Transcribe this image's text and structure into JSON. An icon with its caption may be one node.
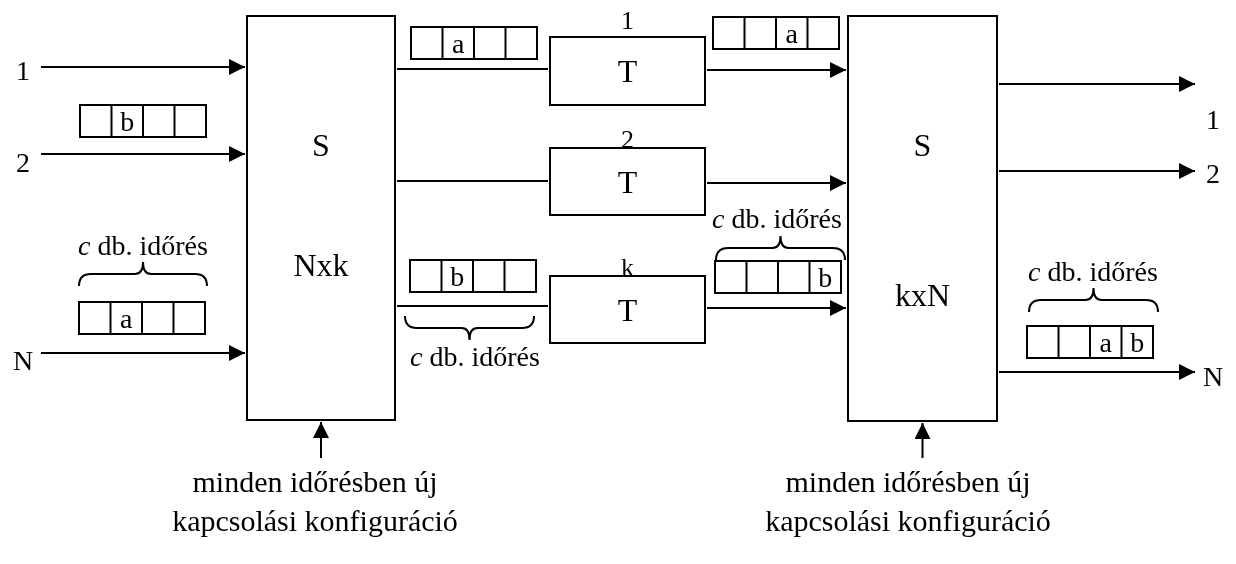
{
  "diagram": {
    "nodes": [
      {
        "text": [
          "S",
          "Nxk"
        ]
      },
      {
        "text": [
          "T"
        ],
        "beside": [
          "1"
        ]
      },
      {
        "text": [
          "T"
        ],
        "beside": [
          "2"
        ]
      },
      {
        "text": [
          "T"
        ],
        "beside": [
          "k"
        ]
      },
      {
        "text": [
          "S",
          "kxN"
        ]
      },
      {
        "text": [
          "1"
        ]
      },
      {
        "text": [
          "2"
        ]
      },
      {
        "text": [
          "N"
        ]
      },
      {
        "text": [
          "1"
        ]
      },
      {
        "text": [
          "2"
        ]
      },
      {
        "text": [
          "N"
        ]
      },
      {
        "text": [
          "minden időrésben új kapcsolási konfiguráció"
        ]
      },
      {
        "text": [
          "minden időrésben új kapcsolási konfiguráció"
        ]
      }
    ],
    "edges": [
      {
        "from": 5,
        "to": 0,
        "arrow": "to"
      },
      {
        "from": 6,
        "to": 0,
        "arrow": "to"
      },
      {
        "from": 7,
        "to": 0,
        "arrow": "to"
      },
      {
        "from": 0,
        "to": 1,
        "arrow": "none"
      },
      {
        "from": 0,
        "to": 2,
        "arrow": "none"
      },
      {
        "from": 0,
        "to": 3,
        "arrow": "none"
      },
      {
        "from": 1,
        "to": 4,
        "arrow": "to"
      },
      {
        "from": 2,
        "to": 4,
        "arrow": "to"
      },
      {
        "from": 3,
        "to": 4,
        "arrow": "to"
      },
      {
        "from": 4,
        "to": 8,
        "arrow": "to"
      },
      {
        "from": 4,
        "to": 9,
        "arrow": "to"
      },
      {
        "from": 4,
        "to": 10,
        "arrow": "to"
      },
      {
        "from": 11,
        "to": 0,
        "arrow": "to"
      },
      {
        "from": 12,
        "to": 4,
        "arrow": "to"
      }
    ],
    "labels": [
      "a",
      "a",
      "b",
      "*c* db. időrés",
      "*c* db. időrés",
      "b",
      "b",
      "*c* db. időrés",
      "a",
      "a",
      "b",
      "*c* db. időrés"
    ]
  }
}
